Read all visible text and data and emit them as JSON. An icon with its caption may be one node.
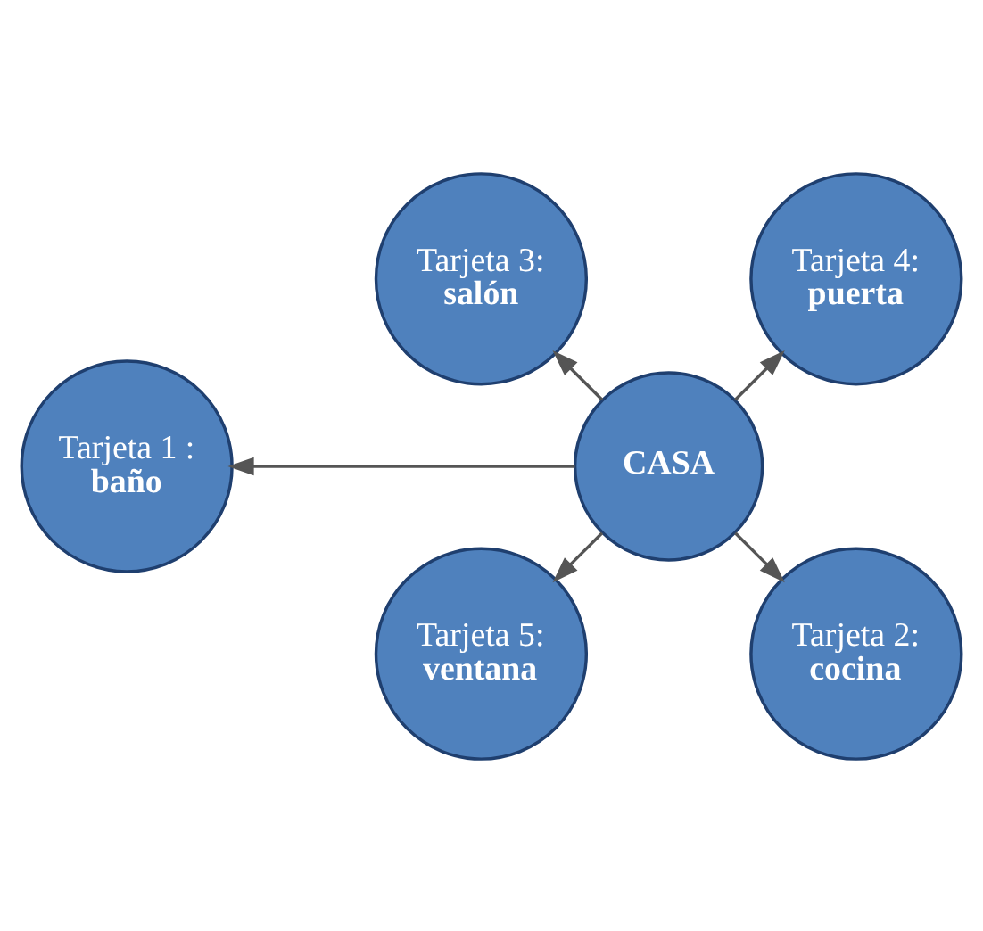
{
  "diagram": {
    "nodes": [
      {
        "text": [
          "Tarjeta 1 :",
          "baño"
        ]
      },
      {
        "text": [
          "Tarjeta 5:",
          "ventana"
        ]
      },
      {
        "text": [
          "Tarjeta 2:",
          "cocina"
        ]
      },
      {
        "text": [
          "CASA"
        ]
      },
      {
        "text": [
          "Tarjeta 4:",
          "puerta"
        ]
      },
      {
        "text": [
          "Tarjeta 3:",
          "salón"
        ]
      }
    ],
    "edges": [
      {
        "from": 3,
        "to": 0,
        "arrow": "to"
      },
      {
        "from": 3,
        "to": 2,
        "arrow": "to"
      },
      {
        "from": 3,
        "to": 5,
        "arrow": "to"
      },
      {
        "from": 3,
        "to": 4,
        "arrow": "to"
      },
      {
        "from": 3,
        "to": 1,
        "arrow": "to"
      }
    ]
  }
}
